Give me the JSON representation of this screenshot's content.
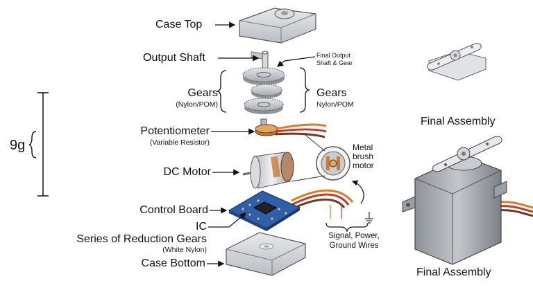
{
  "labels": {
    "case_top": "Case Top",
    "output_shaft": "Output Shaft",
    "final_output": "Final Output",
    "shaft_and_gear": "Shaft & Gear",
    "gears_left": "Gears",
    "gears_left_sub": "(Nylon/POM)",
    "gears_right": "Gears",
    "gears_right_sub": "Nylon/POM",
    "potentiometer": "Potentiometer",
    "potentiometer_sub": "(Variable Resistor)",
    "metal": "Metal",
    "brush": "brush",
    "motor": "motor",
    "dc_motor": "DC Motor",
    "control_board": "Control Board",
    "ic": "IC",
    "reduction_gears": "Series of Reduction Gears",
    "reduction_gears_sub": "(White Nylon)",
    "signal_power": "Signal, Power,",
    "ground_wires": "Ground Wires",
    "case_bottom": "Case Bottom",
    "weight": "9g",
    "final_assembly_top": "Final Assembly",
    "final_assembly_bottom": "Final Assembly"
  },
  "colors": {
    "case_gray": "#cfd3d8",
    "gear_gray": "#bfc3c7",
    "board_blue": "#2f5fa8",
    "wire_orange": "#e07a1f",
    "wire_red": "#c0392b",
    "wire_brown": "#6b3a1e",
    "copper": "#c97b3a"
  }
}
